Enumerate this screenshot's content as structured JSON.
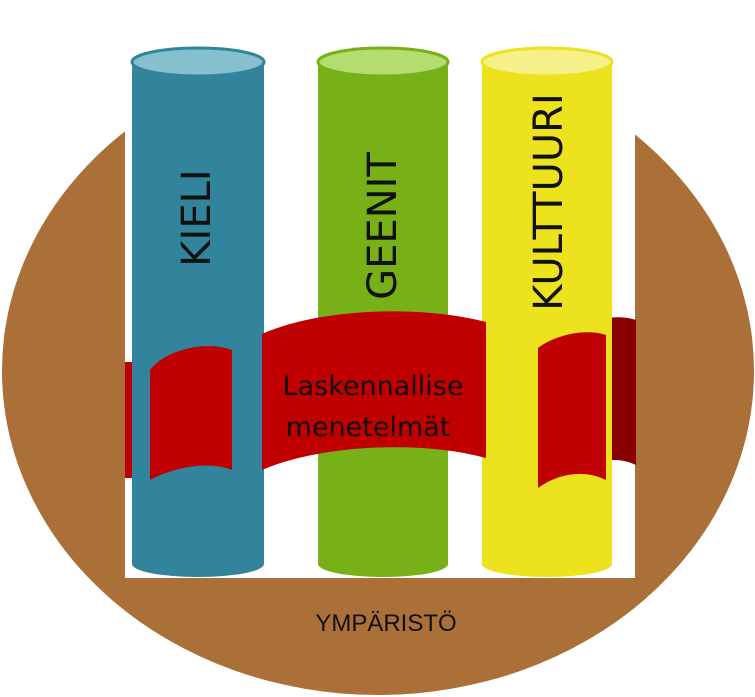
{
  "diagram": {
    "environment_label": "YMPÄRISTÖ",
    "methods_label_line1": "Laskennallise",
    "methods_label_line2": "menetelmät",
    "pillars": [
      {
        "label": "KIELI",
        "color": "#31849b"
      },
      {
        "label": "GEENIT",
        "color": "#77b117"
      },
      {
        "label": "KULTTUURI",
        "color": "#ece21e"
      }
    ],
    "colors": {
      "environment": "#ab6f38",
      "ribbon": "#c00000",
      "background": "#ffffff"
    }
  }
}
